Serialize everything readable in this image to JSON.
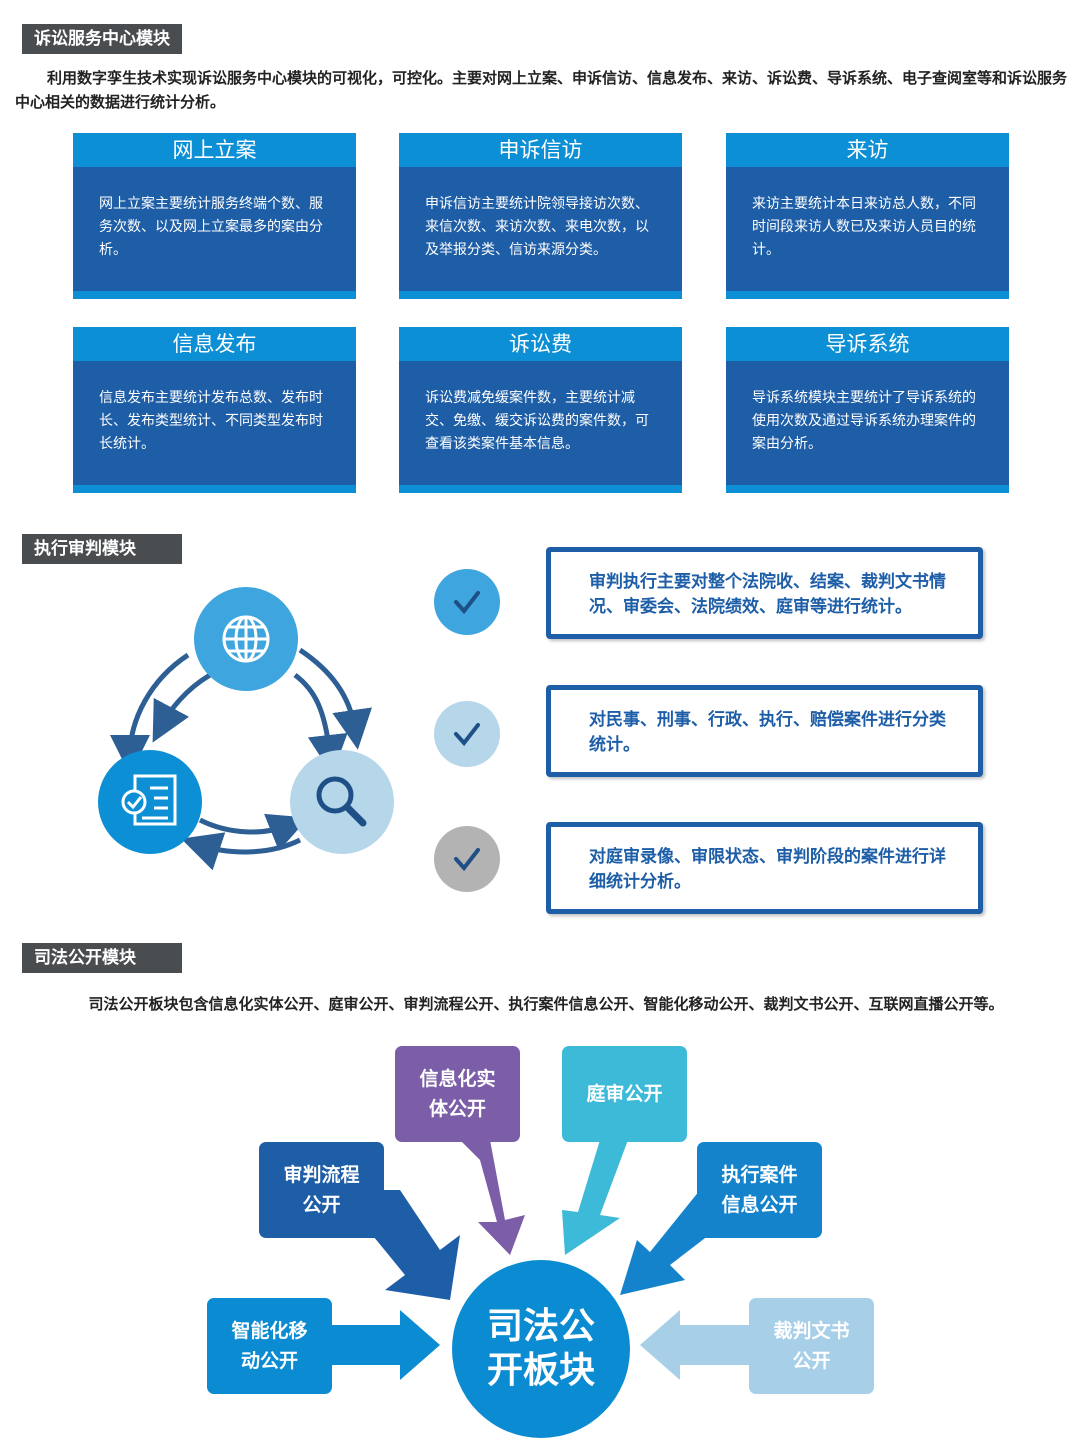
{
  "section1": {
    "tag": "诉讼服务中心模块",
    "intro": "利用数字孪生技术实现诉讼服务中心模块的可视化，可控化。主要对网上立案、申诉信访、信息发布、来访、诉讼费、导诉系统、电子查阅室等和诉讼服务中心相关的数据进行统计分析。",
    "cards": [
      {
        "title": "网上立案",
        "text": "网上立案主要统计服务终端个数、服务次数、以及网上立案最多的案由分析。"
      },
      {
        "title": "申诉信访",
        "text": "申诉信访主要统计院领导接访次数、来信次数、来访次数、来电次数，以及举报分类、信访来源分类。"
      },
      {
        "title": "来访",
        "text": "来访主要统计本日来访总人数，不同时间段来访人数已及来访人员目的统计。"
      },
      {
        "title": "信息发布",
        "text": "信息发布主要统计发布总数、发布时长、发布类型统计、不同类型发布时长统计。"
      },
      {
        "title": "诉讼费",
        "text": "诉讼费减免缓案件数，主要统计减交、免缴、缓交诉讼费的案件数，可查看该类案件基本信息。"
      },
      {
        "title": "导诉系统",
        "text": "导诉系统模块主要统计了导诉系统的使用次数及通过导诉系统办理案件的案由分析。"
      }
    ]
  },
  "section2": {
    "tag": "执行审判模块",
    "cycle_icons": [
      "globe-icon",
      "document-check-icon",
      "magnifier-icon"
    ],
    "items": [
      {
        "text": "审判执行主要对整个法院收、结案、裁判文书情况、审委会、法院绩效、庭审等进行统计。",
        "check_color": "#3ea5de"
      },
      {
        "text": "对民事、刑事、行政、执行、赔偿案件进行分类统计。",
        "check_color": "#b6d7ea"
      },
      {
        "text": "对庭审录像、审限状态、审判阶段的案件进行详细统计分析。",
        "check_color": "#b3b3b3"
      }
    ]
  },
  "section3": {
    "tag": "司法公开模块",
    "intro": "司法公开板块包含信息化实体公开、庭审公开、审判流程公开、执行案件信息公开、智能化移动公开、裁判文书公开、互联网直播公开等。",
    "hub": "司法公开板块",
    "boxes": [
      {
        "label": "审判流程公开",
        "color": "#1e5ea7"
      },
      {
        "label": "信息化实体公开",
        "color": "#7b5da8"
      },
      {
        "label": "庭审公开",
        "color": "#3dbad8"
      },
      {
        "label": "执行案件信息公开",
        "color": "#1583cb"
      },
      {
        "label": "智能化移动公开",
        "color": "#0b8bd2"
      },
      {
        "label": "裁判文书公开",
        "color": "#a8cfe8"
      }
    ]
  }
}
